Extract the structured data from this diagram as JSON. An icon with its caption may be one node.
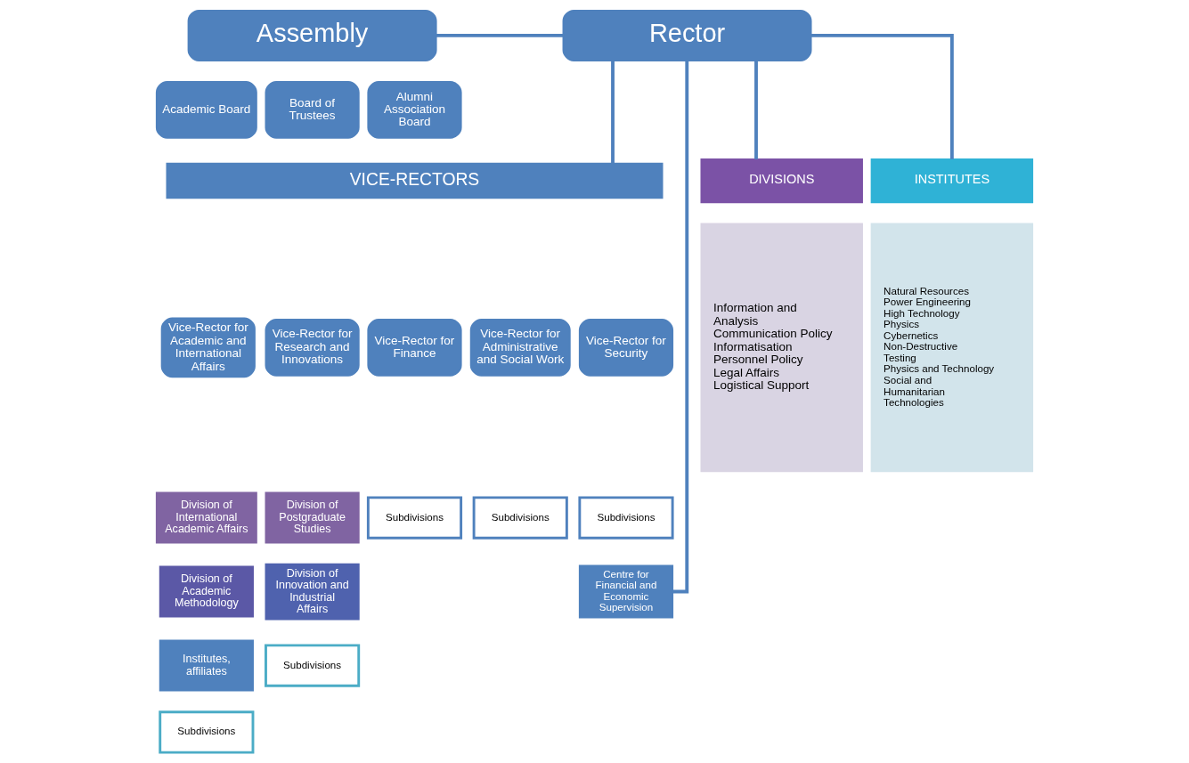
{
  "diagram": {
    "nodes": [
      {
        "text": [
          "Assembly"
        ]
      },
      {
        "text": [
          "Rector"
        ]
      },
      {
        "text": [
          "Academic Board"
        ]
      },
      {
        "text": [
          "Board of Trustees"
        ]
      },
      {
        "text": [
          "Alumni Association Board"
        ]
      },
      {
        "text": [
          "VICE-RECTORS"
        ]
      },
      {
        "text": [
          "Vice-Rector for Academic and International Affairs"
        ]
      },
      {
        "text": [
          "Vice-Rector for Research and Innovations"
        ]
      },
      {
        "text": [
          "Vice-Rector for Finance"
        ]
      },
      {
        "text": [
          "Vice-Rector for Administrative and Social Work"
        ]
      },
      {
        "text": [
          "Vice-Rector for Security"
        ]
      },
      {
        "text": [
          "Division of International Academic Affairs"
        ]
      },
      {
        "text": [
          "Division of Postgraduate Studies"
        ]
      },
      {
        "text": [
          "Subdivisions"
        ]
      },
      {
        "text": [
          "Subdivisions"
        ]
      },
      {
        "text": [
          "Subdivisions"
        ]
      },
      {
        "text": [
          "Division of Academic Methodology"
        ]
      },
      {
        "text": [
          "Division of Innovation and Industrial Affairs"
        ]
      },
      {
        "text": [
          "Institutes, affiliates"
        ]
      },
      {
        "text": [
          "Subdivisions"
        ]
      },
      {
        "text": [
          "Subdivisions"
        ]
      },
      {
        "text": [
          "Centre for Financial and Economic Supervision"
        ]
      },
      {
        "text": [
          "DIVISIONS"
        ]
      },
      {
        "text": [
          "Information and Analysis",
          "Communication Policy",
          "Informatisation",
          "Personnel Policy",
          "Legal Affairs",
          "Logistical Support"
        ]
      },
      {
        "text": [
          "INSTITUTES"
        ]
      },
      {
        "text": [
          "Natural Resources",
          "Power Engineering",
          "High Technology Physics",
          "Cybernetics",
          "Non-Destructive Testing",
          "Physics and Technology",
          "Social and Humanitarian Technologies"
        ]
      }
    ],
    "edges": [
      {
        "from": 0,
        "to": 1,
        "arrow": "none"
      },
      {
        "from": 1,
        "to": 5,
        "arrow": "none"
      },
      {
        "from": 1,
        "to": 21,
        "arrow": "none"
      },
      {
        "from": 1,
        "to": 22,
        "arrow": "none"
      },
      {
        "from": 1,
        "to": 24,
        "arrow": "none"
      }
    ]
  }
}
